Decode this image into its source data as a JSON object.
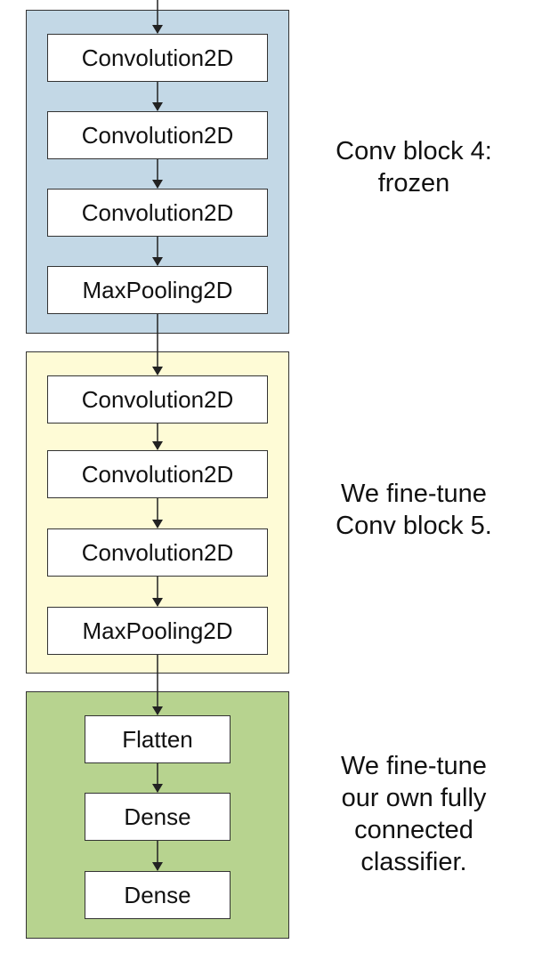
{
  "colors": {
    "blue_block": "#c3d8e6",
    "yellow_block": "#fefbd6",
    "green_block": "#b7d38f",
    "border": "#333333"
  },
  "blocks": [
    {
      "id": "conv-block-4",
      "layers": [
        "Convolution2D",
        "Convolution2D",
        "Convolution2D",
        "MaxPooling2D"
      ],
      "caption": [
        "Conv block 4:",
        "frozen"
      ]
    },
    {
      "id": "conv-block-5",
      "layers": [
        "Convolution2D",
        "Convolution2D",
        "Convolution2D",
        "MaxPooling2D"
      ],
      "caption": [
        "We fine-tune",
        "Conv block 5."
      ]
    },
    {
      "id": "classifier",
      "layers": [
        "Flatten",
        "Dense",
        "Dense"
      ],
      "caption": [
        "We fine-tune",
        "our own fully",
        "connected",
        "classifier."
      ]
    }
  ]
}
